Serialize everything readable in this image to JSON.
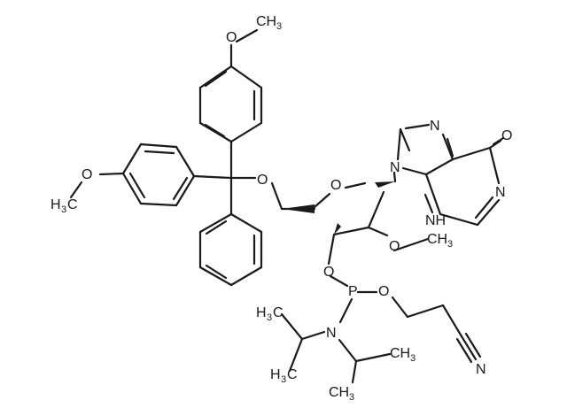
{
  "molecule": {
    "atoms": {
      "o_top": "O",
      "ch3_top": "CH",
      "ch3_top_n": "3",
      "o_left": "O",
      "h3c_left": "H",
      "h3c_left_n": "3",
      "h3c_left_c": "C",
      "o_trityl": "O",
      "o_ring": "O",
      "n_imid_top": "N",
      "n_9": "N",
      "o_carbonyl": "O",
      "n_1": "N",
      "n_3h": "NH",
      "h_n3": "H",
      "o_2": "O",
      "ch3_2": "CH",
      "ch3_2_n": "3",
      "o_3": "O",
      "p": "P",
      "o_p": "O",
      "n_amine": "N",
      "h3c_a": "H",
      "h3c_a_n": "3",
      "h3c_a_c": "C",
      "h3c_b": "H",
      "h3c_b_n": "3",
      "h3c_b_c": "C",
      "ch3_c": "CH",
      "ch3_c_n": "3",
      "n_nitrile": "N"
    }
  }
}
